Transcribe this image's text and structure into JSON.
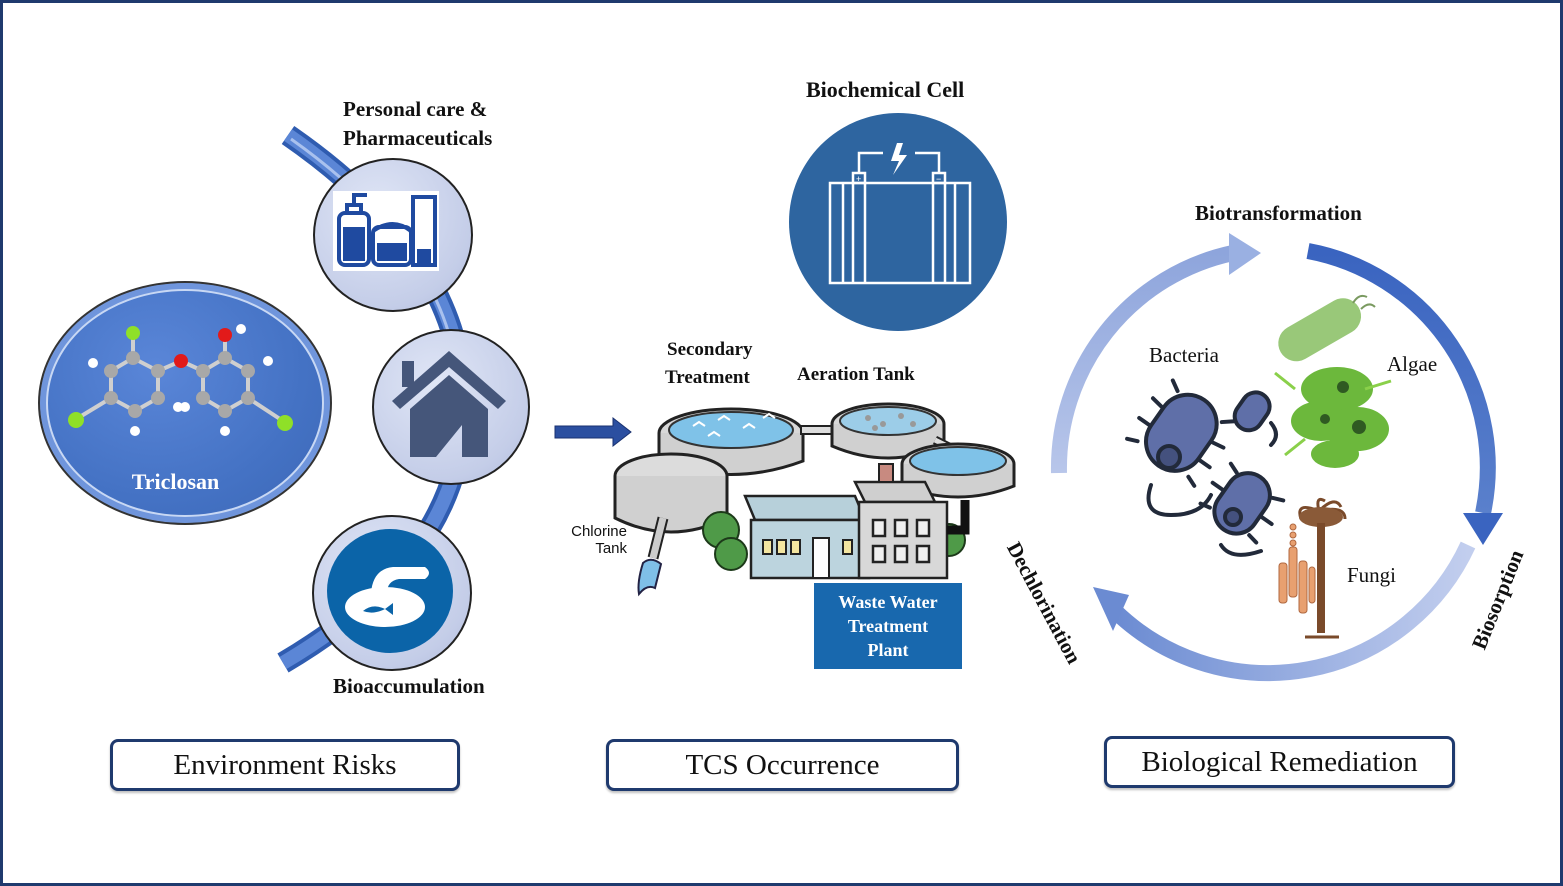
{
  "colors": {
    "frame_border": "#1f3a6e",
    "triclosan_circle": "#4472c4",
    "icon_circle_fill": "#c9d2ea",
    "arc_blue": "#4a74c4",
    "biochem_cell_circle": "#2e65a0",
    "wwtp_label_bg": "#1868ae",
    "cycle_arrow_light": "#9fb2e0",
    "cycle_arrow_dark": "#3f68c2",
    "bacteria_fill": "#5f6fa8",
    "algae_green": "#7ec34a",
    "fungi_brown": "#7a4a2a",
    "fungi_orange": "#e8a070"
  },
  "environment_risks": {
    "molecule_label": "Triclosan",
    "nodes": [
      {
        "label": "Personal care &\nPharmaceuticals",
        "line1": "Personal care &",
        "line2": "Pharmaceuticals",
        "icon": "cosmetics-bottles-icon"
      },
      {
        "label": "",
        "icon": "house-icon"
      },
      {
        "label": "Bioaccumulation",
        "icon": "pipe-discharge-fish-icon"
      }
    ],
    "section_title": "Environment Risks"
  },
  "tcs_occurrence": {
    "biochemical_cell_label": "Biochemical Cell",
    "battery_icon": "battery-icon",
    "secondary_treatment_line1": "Secondary",
    "secondary_treatment_line2": "Treatment",
    "aeration_tank_label": "Aeration Tank",
    "chlorine_tank_line1": "Chlorine",
    "chlorine_tank_line2": "Tank",
    "wwtp_line1": "Waste Water",
    "wwtp_line2": "Treatment",
    "wwtp_line3": "Plant",
    "section_title": "TCS Occurrence"
  },
  "biological_remediation": {
    "cycle_steps": [
      "Biotransformation",
      "Biosorption",
      "Dechlorination"
    ],
    "organisms": [
      "Bacteria",
      "Algae",
      "Fungi"
    ],
    "section_title": "Biological Remediation"
  }
}
